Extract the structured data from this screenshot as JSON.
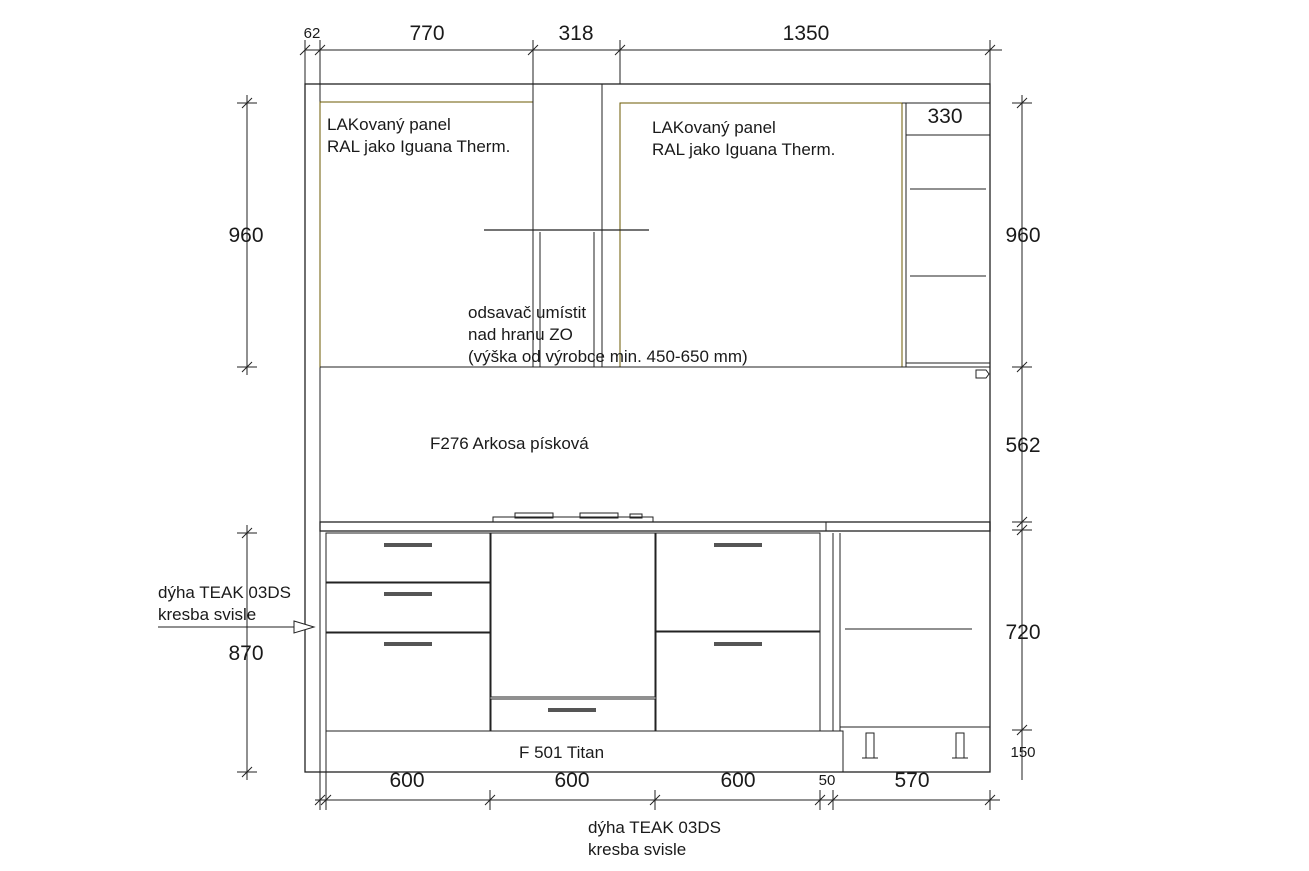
{
  "dimensions": {
    "top": [
      "62",
      "770",
      "318",
      "1350"
    ],
    "left": [
      "960",
      "870"
    ],
    "right": [
      "960",
      "562",
      "720",
      "150"
    ],
    "inner_top_right": "330",
    "bottom": [
      "600",
      "600",
      "600",
      "50",
      "570"
    ]
  },
  "labels": {
    "panel_left": [
      "LAKovaný panel",
      "RAL jako Iguana Therm."
    ],
    "panel_right": [
      "LAKovaný panel",
      "RAL jako Iguana Therm."
    ],
    "hood_note": [
      "odsavač umístit",
      "nad hranu ZO",
      "(výška od výrobce min. 450-650 mm)"
    ],
    "backsplash": "F276 Arkosa písková",
    "veneer_left": [
      "dýha TEAK 03DS",
      "kresba svisle"
    ],
    "plinth": "F 501 Titan",
    "veneer_bottom": [
      "dýha TEAK 03DS",
      "kresba svisle"
    ]
  }
}
